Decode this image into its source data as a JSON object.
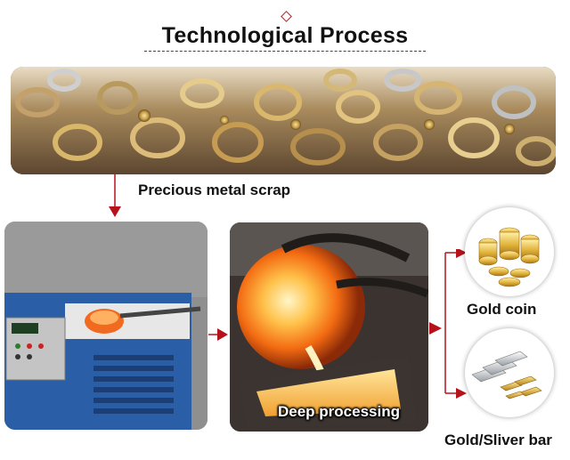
{
  "header": {
    "title": "Technological Process"
  },
  "steps": {
    "scrap_label": "Precious metal scrap",
    "processing_label": "Deep processing"
  },
  "products": {
    "coin_label": "Gold coin",
    "bar_label": "Gold/Sliver bar"
  },
  "colors": {
    "arrow": "#b5121b",
    "accent": "#c41e1e"
  }
}
